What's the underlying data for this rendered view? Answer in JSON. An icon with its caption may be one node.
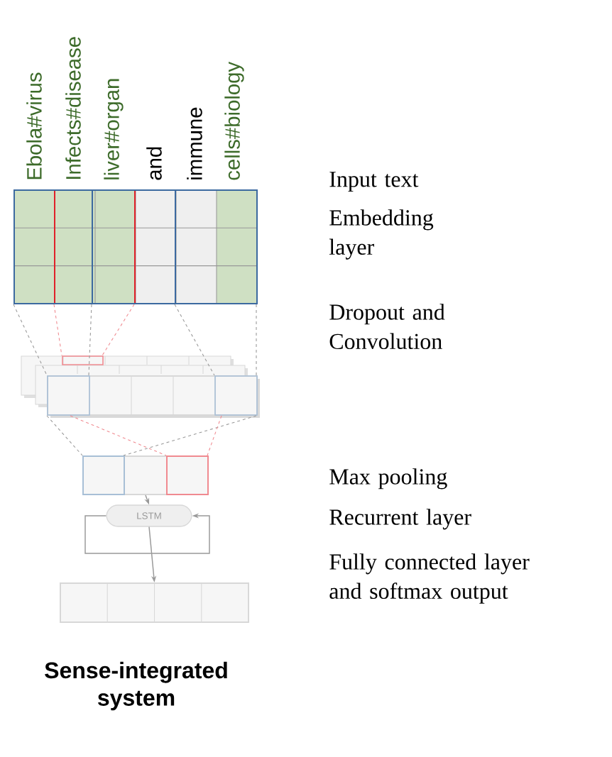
{
  "diagram": {
    "title": "Sense-integrated system",
    "nodes": [
      {
        "text": [],
        "shape": "box"
      },
      {
        "text": [],
        "shape": "box"
      },
      {
        "text": [],
        "shape": "box"
      },
      {
        "text": [
          "LSTM"
        ]
      },
      {
        "text": [],
        "shape": "box"
      }
    ],
    "edges": [
      {
        "from": 0,
        "to": 1,
        "arrow": "none",
        "style": "dashed"
      },
      {
        "from": 0,
        "to": 1,
        "arrow": "none",
        "style": "dashed"
      },
      {
        "from": 0,
        "to": 1,
        "arrow": "none",
        "style": "dashed"
      },
      {
        "from": 0,
        "to": 1,
        "arrow": "none",
        "style": "dashed"
      },
      {
        "from": 0,
        "to": 1,
        "arrow": "none",
        "style": "dashed",
        "color": "#f08a90"
      },
      {
        "from": 0,
        "to": 1,
        "arrow": "none",
        "style": "dashed",
        "color": "#f08a90"
      },
      {
        "from": 1,
        "to": 2,
        "arrow": "none",
        "style": "dashed"
      },
      {
        "from": 1,
        "to": 2,
        "arrow": "none",
        "style": "dashed"
      },
      {
        "from": 1,
        "to": 2,
        "arrow": "none",
        "style": "dashed",
        "color": "#f08a90"
      },
      {
        "from": 1,
        "to": 2,
        "arrow": "none",
        "style": "dashed",
        "color": "#f08a90"
      },
      {
        "from": 2,
        "to": 3,
        "arrow": "to"
      },
      {
        "from": 3,
        "to": 3,
        "arrow": "to"
      },
      {
        "from": 3,
        "to": 4,
        "arrow": "to"
      }
    ],
    "labels": [
      "Ebola#virus",
      "Infects#disease",
      "liver#organ",
      "and",
      "immune",
      "cells#biology",
      "Input text",
      "Embedding layer",
      "Dropout and Convolution",
      "Max pooling",
      "Recurrent layer",
      "Fully connected layer and softmax output"
    ]
  }
}
